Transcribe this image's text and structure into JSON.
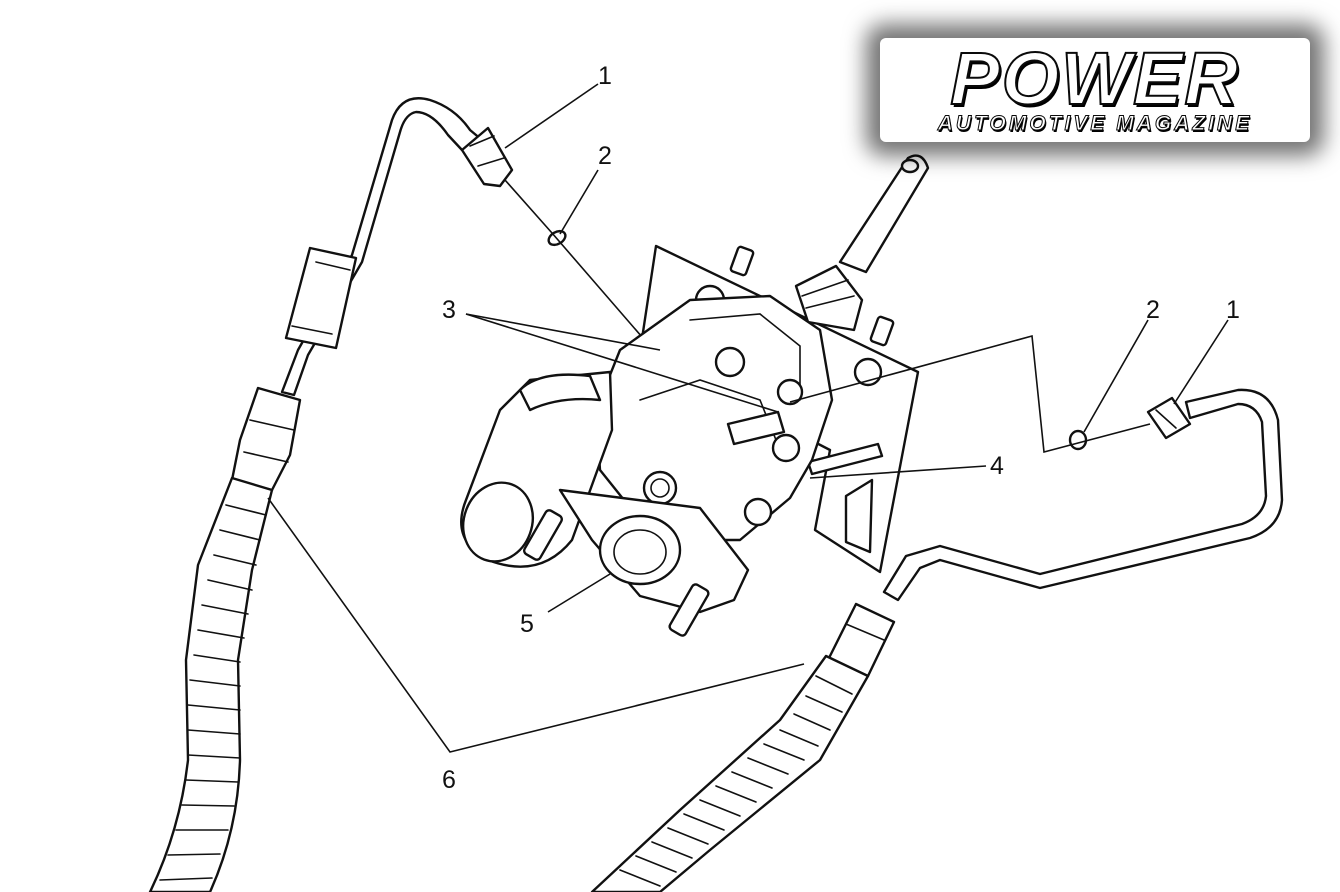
{
  "logo": {
    "title": "POWER",
    "subtitle": "AUTOMOTIVE MAGAZINE"
  },
  "callouts": {
    "c1_left": "1",
    "c2_left": "2",
    "c3": "3",
    "c2_right": "2",
    "c1_right": "1",
    "c4": "4",
    "c5": "5",
    "c6": "6"
  },
  "colors": {
    "line": "#111111",
    "background": "#ffffff"
  }
}
